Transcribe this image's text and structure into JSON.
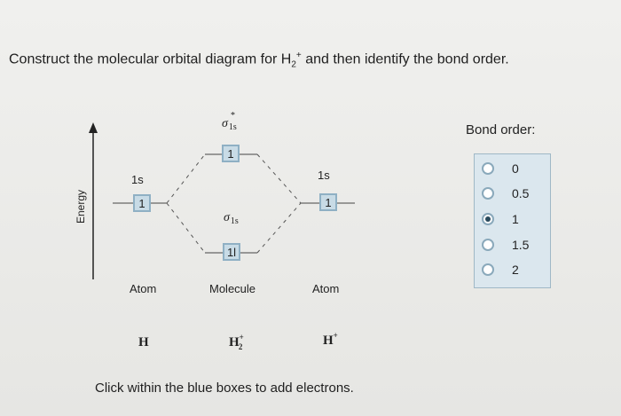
{
  "question": {
    "prefix": "Construct the molecular orbital diagram for H",
    "subscript": "2",
    "superscript": "+",
    "suffix": " and then identify the bond order."
  },
  "diagram": {
    "energy_label": "Energy",
    "left_atom": {
      "orbital_label": "1s",
      "electrons": "1",
      "column_label": "Atom",
      "formula": "H"
    },
    "right_atom": {
      "orbital_label": "1s",
      "electrons": "1",
      "column_label": "Atom",
      "formula_main": "H",
      "formula_sup": "+"
    },
    "molecule": {
      "column_label": "Molecule",
      "antibonding": {
        "symbol": "σ",
        "subscript": "1s",
        "star": "*",
        "electrons": "1"
      },
      "bonding": {
        "symbol": "σ",
        "subscript": "1s",
        "electrons": "1l"
      },
      "formula_main": "H",
      "formula_sup": "+",
      "formula_sub": "2"
    }
  },
  "bond_order": {
    "title": "Bond order:",
    "options": [
      "0",
      "0.5",
      "1",
      "1.5",
      "2"
    ],
    "selected": "1"
  },
  "instruction": "Click within the blue boxes to add electrons.",
  "colors": {
    "orbital_fill": "#c8dbe6",
    "orbital_border": "#8fb0c4",
    "panel_fill": "#dbe7ee"
  }
}
